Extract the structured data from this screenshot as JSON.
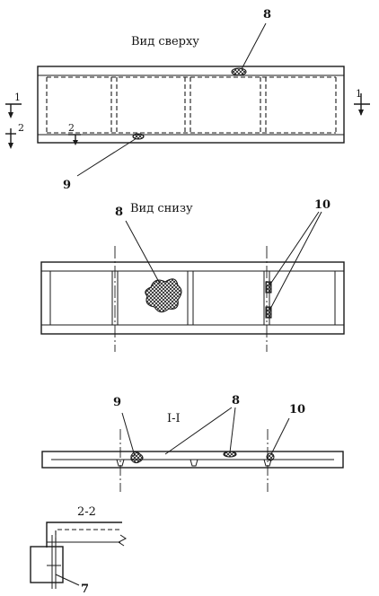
{
  "views": {
    "top": {
      "title": "Вид сверху"
    },
    "bottom": {
      "title": "Вид снизу"
    },
    "section_1": {
      "title": "I-I"
    },
    "section_2": {
      "title": "2-2"
    }
  },
  "callouts": {
    "top_8": "8",
    "top_9": "9",
    "bottom_8": "8",
    "bottom_10": "10",
    "section_9": "9",
    "section_8": "8",
    "section_10": "10",
    "detail_7": "7"
  },
  "section_marks": {
    "left_1": "1",
    "left_2": "2",
    "inner_2": "2",
    "right_1": "1"
  }
}
